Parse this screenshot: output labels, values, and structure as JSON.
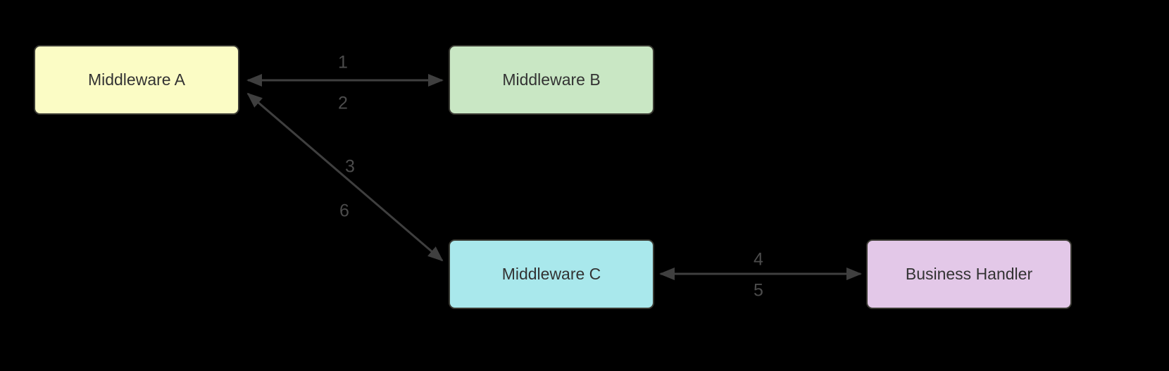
{
  "nodes": [
    {
      "id": "middleware-a",
      "label": "Middleware A",
      "fill": "#fbfcc5"
    },
    {
      "id": "middleware-b",
      "label": "Middleware B",
      "fill": "#c9e7c4"
    },
    {
      "id": "middleware-c",
      "label": "Middleware C",
      "fill": "#a9e8ec"
    },
    {
      "id": "business-handler",
      "label": "Business Handler",
      "fill": "#e3c8e8"
    }
  ],
  "edges": [
    {
      "from": "middleware-a",
      "to": "middleware-b",
      "direction": "both",
      "labels": [
        "1",
        "2"
      ]
    },
    {
      "from": "middleware-a",
      "to": "middleware-c",
      "direction": "both",
      "labels": [
        "3",
        "6"
      ]
    },
    {
      "from": "middleware-c",
      "to": "business-handler",
      "direction": "both",
      "labels": [
        "4",
        "5"
      ]
    }
  ],
  "colors": {
    "background": "#000000",
    "edge_line": "#3f3f3f",
    "edge_label": "#4c4c4c",
    "node_border": "#3a3a33",
    "node_text": "#333333"
  }
}
